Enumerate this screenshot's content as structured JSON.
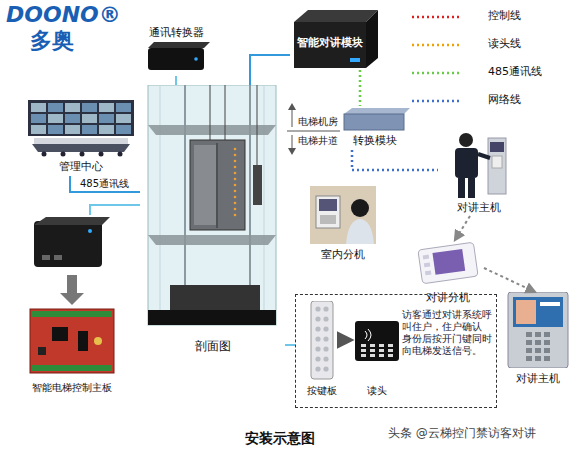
{
  "diagram": {
    "caption": "安装示意图",
    "nodes": [
      {
        "text": [
          "通讯转换器"
        ]
      },
      {
        "text": [
          "智能对讲模块"
        ]
      },
      {
        "text": [
          "转换模块"
        ]
      },
      {
        "text": [
          "管理中心"
        ]
      },
      {
        "text": [
          "剖面图"
        ]
      },
      {
        "text": [
          "智能电梯控制主板"
        ]
      },
      {
        "text": [
          "对讲主机"
        ]
      },
      {
        "text": [
          "室内分机"
        ]
      },
      {
        "text": [
          "对讲分机"
        ]
      },
      {
        "text": [
          "访客通过对讲系统呼叫住户，住户确认 身份后按开门键同时向电梯发送信号。"
        ]
      },
      {
        "text": [
          "按键板"
        ],
        "in": 9
      },
      {
        "text": [
          "读头"
        ],
        "in": 9
      },
      {
        "text": [
          "对讲主机"
        ]
      }
    ],
    "edges": [
      {
        "from": 0,
        "to": 4,
        "arrow": "none"
      },
      {
        "from": 1,
        "to": 4,
        "arrow": "none"
      },
      {
        "from": 1,
        "to": 2,
        "arrow": "none"
      },
      {
        "from": 2,
        "to": 6,
        "arrow": "none"
      },
      {
        "from": 3,
        "to": 4,
        "label": "485通讯线",
        "arrow": "none"
      },
      {
        "from": 5,
        "to": 4,
        "arrow": "none"
      },
      {
        "from": 6,
        "to": 8,
        "arrow": "to"
      },
      {
        "from": 8,
        "to": 12,
        "arrow": "to"
      },
      {
        "from": 10,
        "to": 11,
        "arrow": "to"
      },
      {
        "from": 4,
        "to": 9,
        "arrow": "none"
      }
    ],
    "labels": [
      "DOONO®",
      "多奥",
      "电梯机房",
      "电梯井道",
      "头条 @云梯控门禁访客对讲"
    ],
    "legend": [
      {
        "text": "控制线"
      },
      {
        "text": "读头线"
      },
      {
        "text": "485通讯线"
      },
      {
        "text": "网络线"
      }
    ]
  }
}
